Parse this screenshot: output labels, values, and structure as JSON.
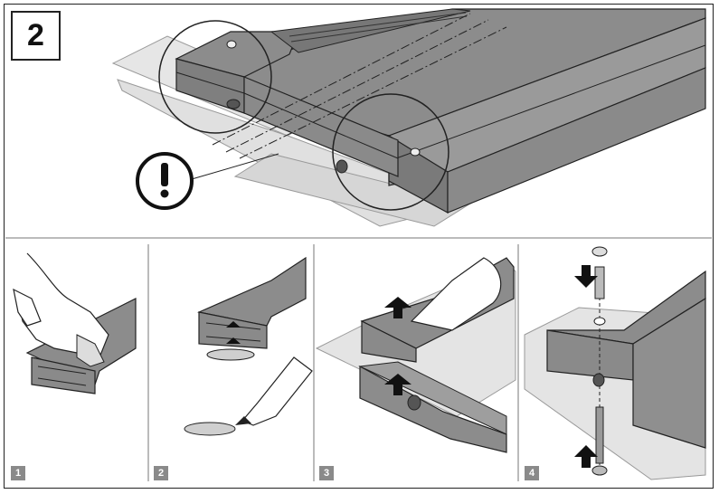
{
  "main_step": {
    "number": "2"
  },
  "sub_steps": [
    {
      "label": "1"
    },
    {
      "label": "2"
    },
    {
      "label": "3"
    },
    {
      "label": "4"
    }
  ],
  "colors": {
    "beam": "#8c8c8c",
    "beam_dark": "#6f6f6f",
    "beam_light": "#a6a6a6",
    "glass": "#dcdcdc",
    "glass_light": "#ececec",
    "line": "#222222",
    "label_bg": "#8a8a8a"
  },
  "icons": {
    "warning": "exclamation-circle-icon",
    "arrow": "arrow-black-icon"
  }
}
